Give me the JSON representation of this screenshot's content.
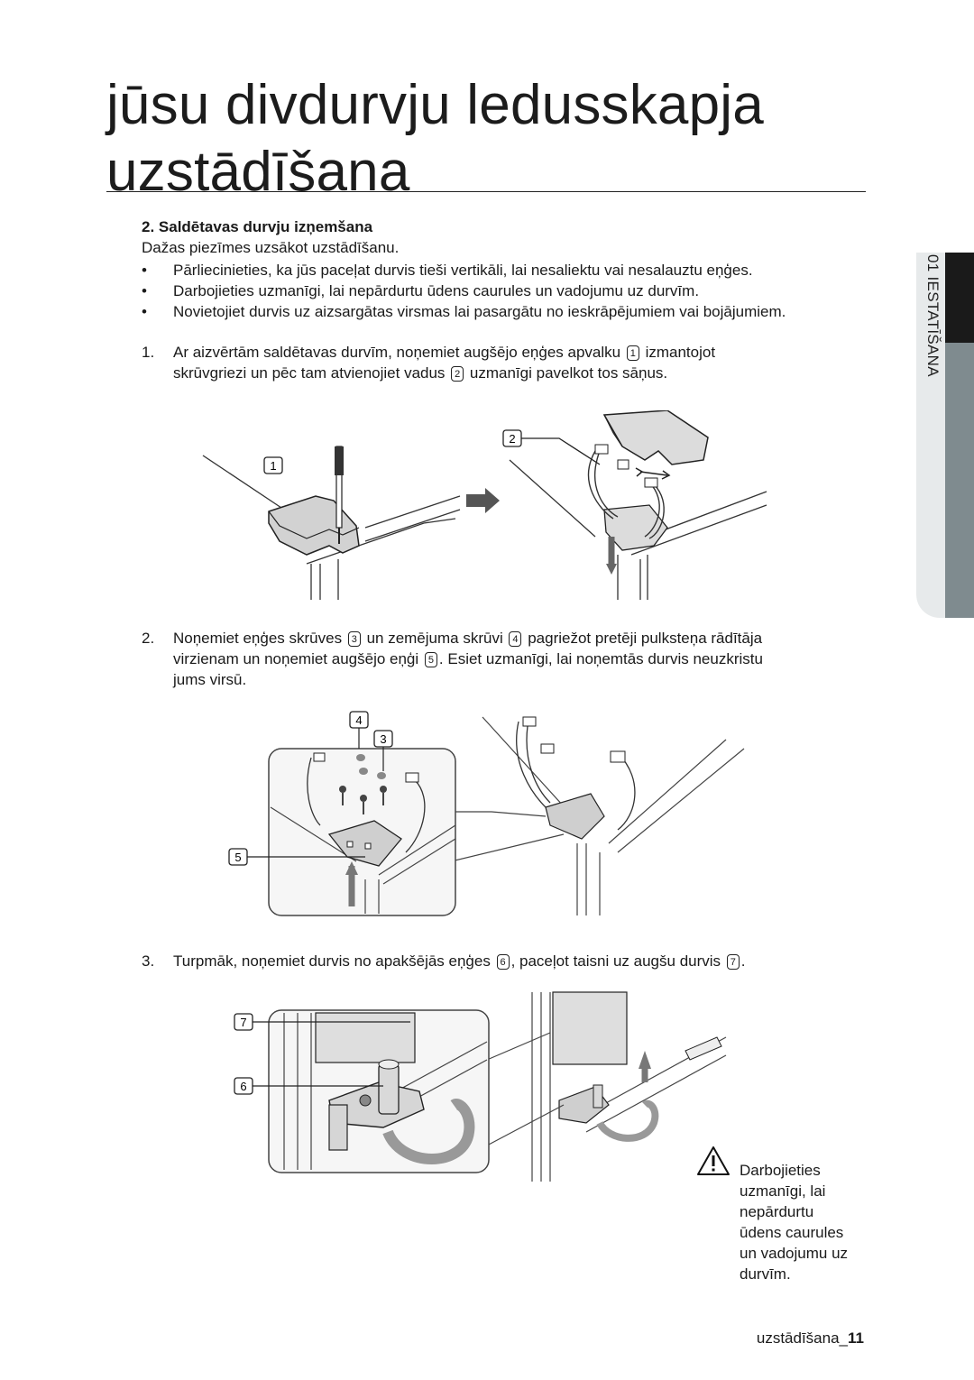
{
  "page": {
    "title_line1": "jūsu divdurvju ledusskapja",
    "title_line2": "uzstādīšana"
  },
  "side_tab": {
    "label": "01 IESTATĪŠANA"
  },
  "section": {
    "heading": "2.   Saldētavas durvju izņemšana",
    "intro": "Dažas piezīmes uzsākot uzstādīšanu.",
    "bullets": [
      "Pārliecinieties, ka jūs paceļat durvis tieši vertikāli, lai nesaliektu vai nesalauztu eņģes.",
      "Darbojieties uzmanīgi, lai nepārdurtu ūdens caurules un vadojumu uz durvīm.",
      "Novietojiet durvis uz aizsargātas virsmas lai pasargātu no ieskrāpējumiem vai bojājumiem."
    ]
  },
  "steps": {
    "s1": {
      "num": "1.",
      "a": "Ar aizvērtām saldētavas durvīm, noņemiet augšējo eņģes apvalku",
      "c1": "1",
      "b": "izmantojot",
      "c": "skrūvgriezi un pēc tam atvienojiet vadus",
      "c2": "2",
      "d": "uzmanīgi pavelkot tos sāņus."
    },
    "s2": {
      "num": "2.",
      "a": "Noņemiet eņģes skrūves",
      "c3": "3",
      "b": "un zemējuma skrūvi",
      "c4": "4",
      "c": "pagriežot pretēji pulksteņa rādītāja",
      "d": "virzienam un noņemiet augšējo eņģi",
      "c5": "5",
      "e": ". Esiet uzmanīgi, lai noņemtās durvis neuzkristu",
      "f": "jums virsū."
    },
    "s3": {
      "num": "3.",
      "a": "Turpmāk, noņemiet durvis no apakšējās eņģes",
      "c6": "6",
      "b": ", paceļot taisni uz augšu durvis",
      "c7": "7",
      "c": "."
    }
  },
  "figures": {
    "fig1_labels": [
      "1",
      "2"
    ],
    "fig2_labels": [
      "4",
      "3",
      "5"
    ],
    "fig3_labels": [
      "7",
      "6"
    ]
  },
  "note": {
    "icon": "warning-triangle-icon",
    "lines": [
      "Darbojieties",
      "uzmanīgi, lai",
      "nepārdurtu",
      "ūdens caurules",
      "un vadojumu uz",
      "durvīm."
    ]
  },
  "footer": {
    "text": "uzstādīšana_",
    "page": "11"
  }
}
